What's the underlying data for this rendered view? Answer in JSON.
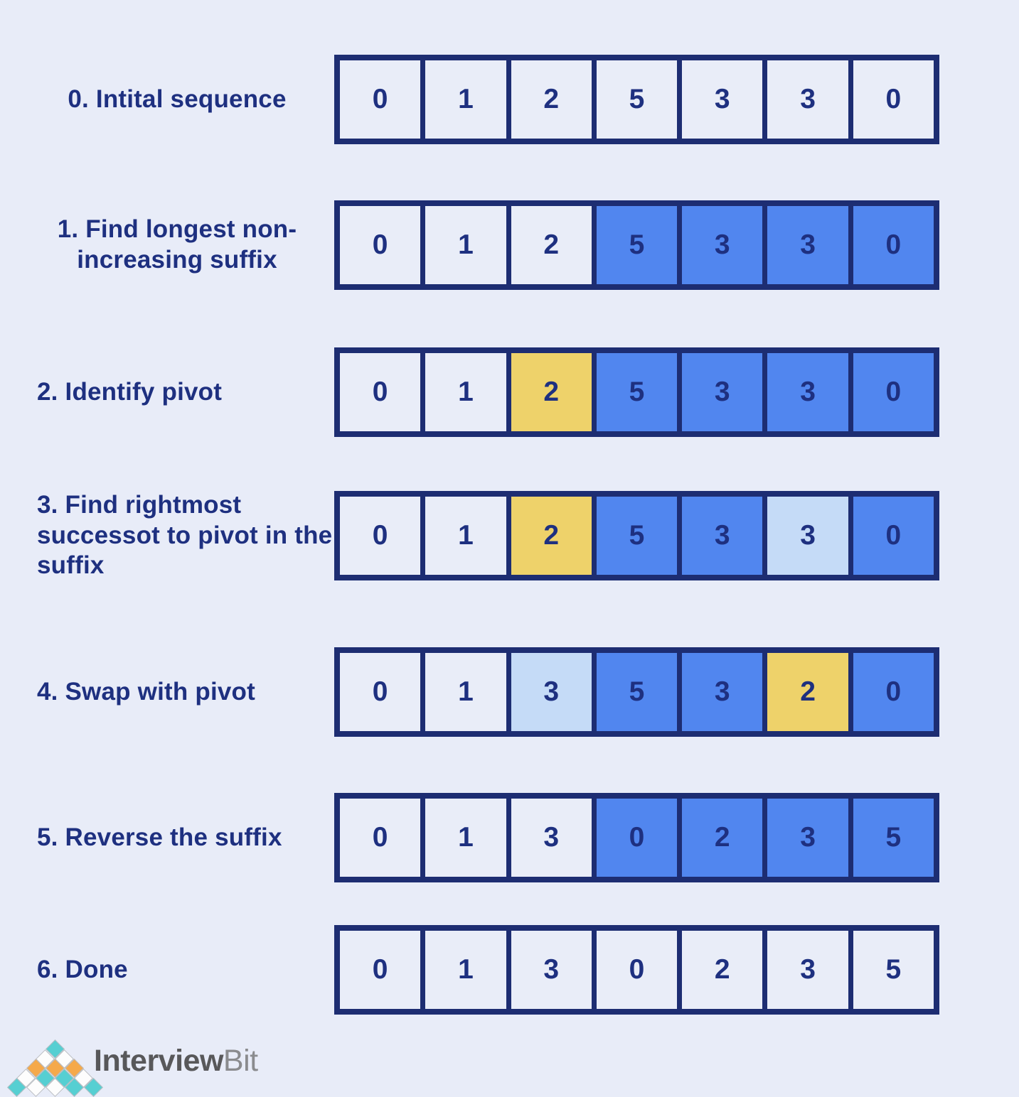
{
  "theme": {
    "background": "#e8ecf8",
    "border_navy": "#1d2d72",
    "text_navy": "#1e3080",
    "cell_plain": "#e9edf8",
    "cell_blue": "#5186ef",
    "cell_light_blue": "#c5dbf7",
    "cell_yellow": "#eed26a"
  },
  "steps": [
    {
      "label": "0. Intital sequence",
      "align": "center",
      "cells": [
        {
          "value": "0",
          "state": "plain"
        },
        {
          "value": "1",
          "state": "plain"
        },
        {
          "value": "2",
          "state": "plain"
        },
        {
          "value": "5",
          "state": "plain"
        },
        {
          "value": "3",
          "state": "plain"
        },
        {
          "value": "3",
          "state": "plain"
        },
        {
          "value": "0",
          "state": "plain"
        }
      ]
    },
    {
      "label": "1. Find longest non-increasing suffix",
      "align": "center",
      "cells": [
        {
          "value": "0",
          "state": "plain"
        },
        {
          "value": "1",
          "state": "plain"
        },
        {
          "value": "2",
          "state": "plain"
        },
        {
          "value": "5",
          "state": "blue"
        },
        {
          "value": "3",
          "state": "blue"
        },
        {
          "value": "3",
          "state": "blue"
        },
        {
          "value": "0",
          "state": "blue"
        }
      ]
    },
    {
      "label": "2. Identify pivot",
      "align": "left",
      "cells": [
        {
          "value": "0",
          "state": "plain"
        },
        {
          "value": "1",
          "state": "plain"
        },
        {
          "value": "2",
          "state": "yellow"
        },
        {
          "value": "5",
          "state": "blue"
        },
        {
          "value": "3",
          "state": "blue"
        },
        {
          "value": "3",
          "state": "blue"
        },
        {
          "value": "0",
          "state": "blue"
        }
      ]
    },
    {
      "label": "3. Find rightmost successot to pivot in the suffix",
      "align": "left",
      "cells": [
        {
          "value": "0",
          "state": "plain"
        },
        {
          "value": "1",
          "state": "plain"
        },
        {
          "value": "2",
          "state": "yellow"
        },
        {
          "value": "5",
          "state": "blue"
        },
        {
          "value": "3",
          "state": "blue"
        },
        {
          "value": "3",
          "state": "light-blue"
        },
        {
          "value": "0",
          "state": "blue"
        }
      ]
    },
    {
      "label": "4. Swap with pivot",
      "align": "left",
      "cells": [
        {
          "value": "0",
          "state": "plain"
        },
        {
          "value": "1",
          "state": "plain"
        },
        {
          "value": "3",
          "state": "light-blue"
        },
        {
          "value": "5",
          "state": "blue"
        },
        {
          "value": "3",
          "state": "blue"
        },
        {
          "value": "2",
          "state": "yellow"
        },
        {
          "value": "0",
          "state": "blue"
        }
      ]
    },
    {
      "label": "5. Reverse the suffix",
      "align": "left",
      "cells": [
        {
          "value": "0",
          "state": "plain"
        },
        {
          "value": "1",
          "state": "plain"
        },
        {
          "value": "3",
          "state": "plain"
        },
        {
          "value": "0",
          "state": "blue"
        },
        {
          "value": "2",
          "state": "blue"
        },
        {
          "value": "3",
          "state": "blue"
        },
        {
          "value": "5",
          "state": "blue"
        }
      ]
    },
    {
      "label": "6. Done",
      "align": "left",
      "cells": [
        {
          "value": "0",
          "state": "plain"
        },
        {
          "value": "1",
          "state": "plain"
        },
        {
          "value": "3",
          "state": "plain"
        },
        {
          "value": "0",
          "state": "plain"
        },
        {
          "value": "2",
          "state": "plain"
        },
        {
          "value": "3",
          "state": "plain"
        },
        {
          "value": "5",
          "state": "plain"
        }
      ]
    }
  ],
  "logo": {
    "name_bold": "Interview",
    "name_light": "Bit",
    "mark_colors": {
      "teal": "#56cfd2",
      "orange": "#f5a94a",
      "white": "#fdfdfd"
    }
  }
}
